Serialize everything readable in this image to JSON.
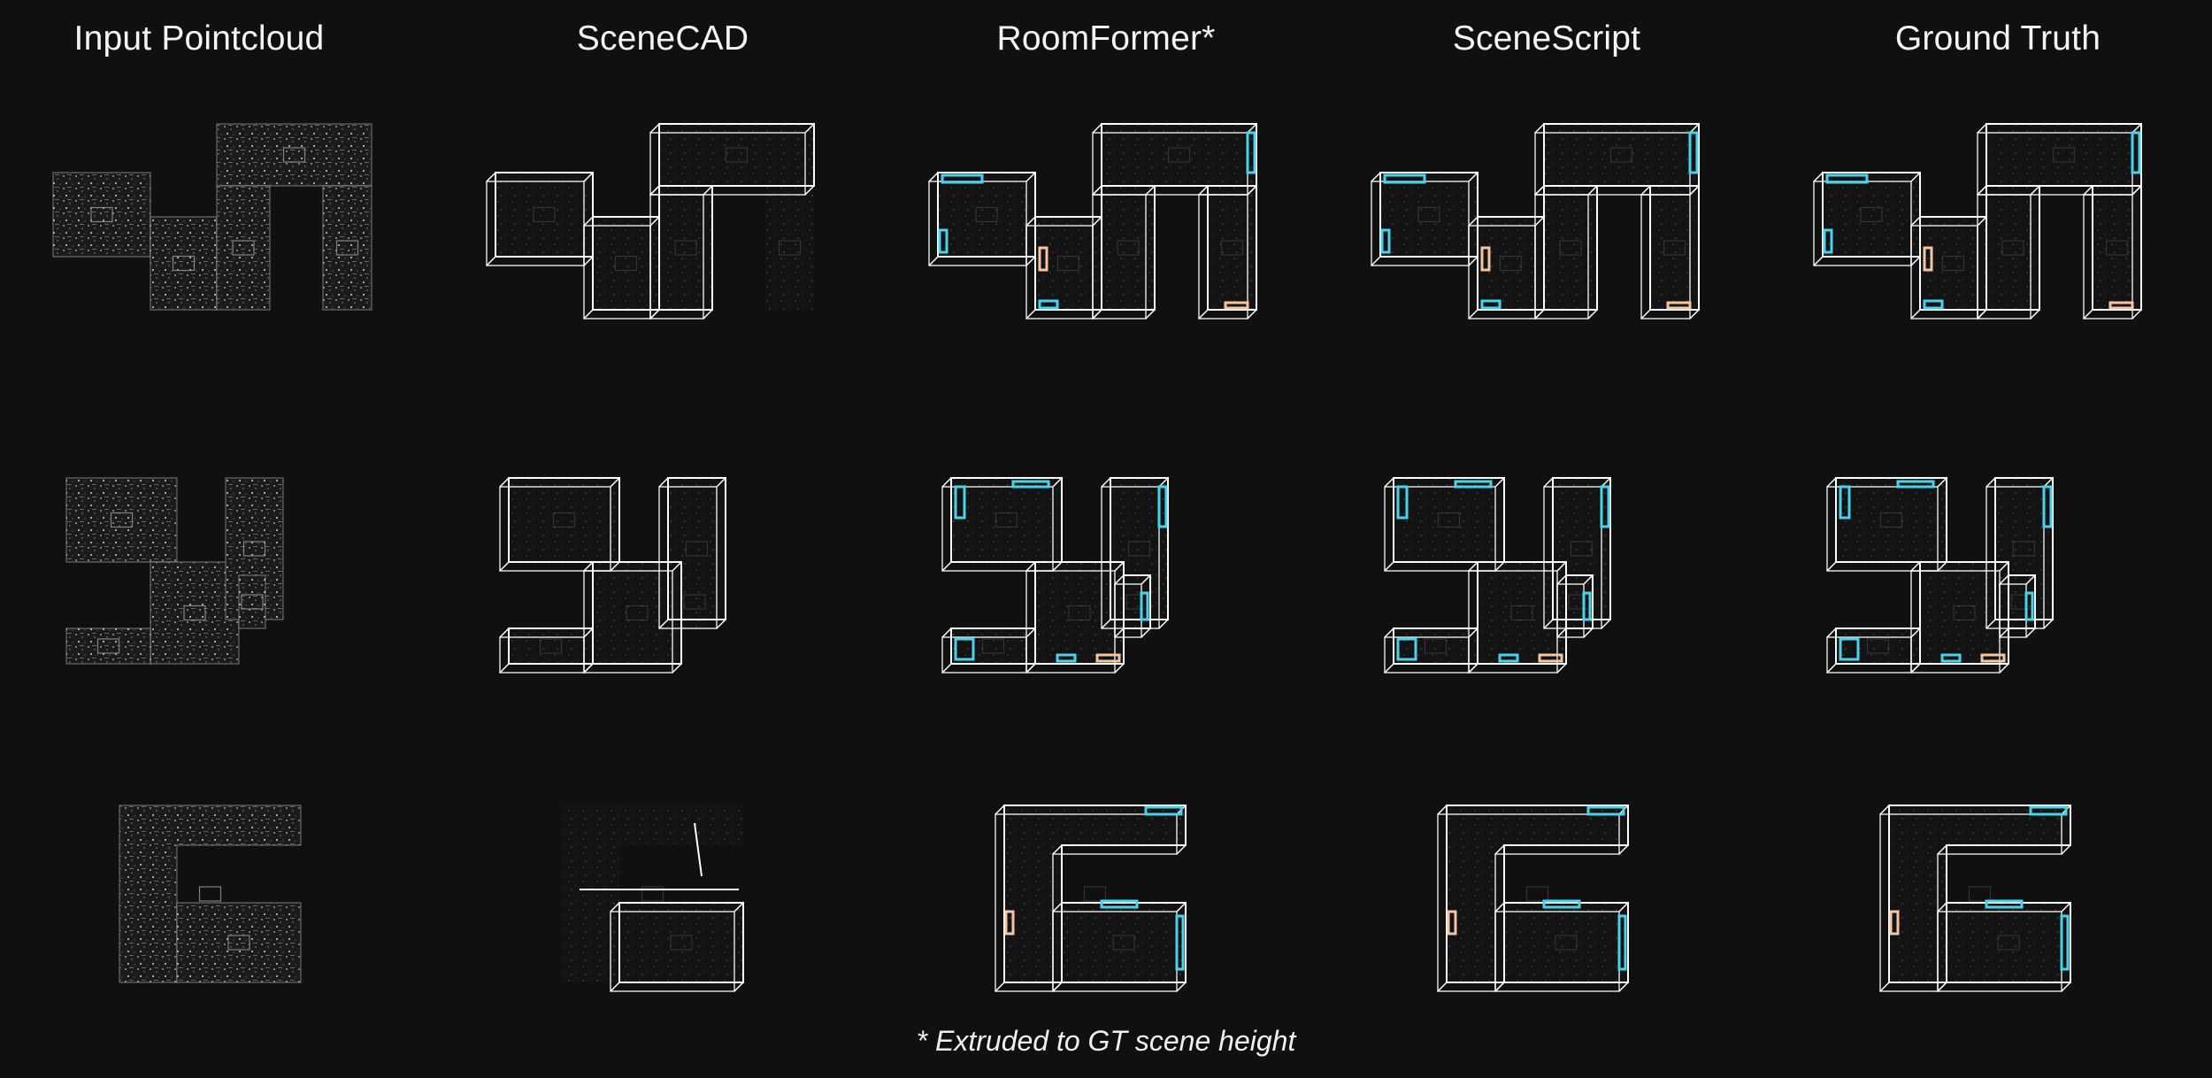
{
  "columns": [
    {
      "id": "input",
      "label": "Input Pointcloud"
    },
    {
      "id": "scenecad",
      "label": "SceneCAD"
    },
    {
      "id": "roomformer",
      "label": "RoomFormer*"
    },
    {
      "id": "scenescript",
      "label": "SceneScript"
    },
    {
      "id": "gt",
      "label": "Ground Truth"
    }
  ],
  "rows": [
    "scene-1",
    "scene-2",
    "scene-3"
  ],
  "footnote": "* Extruded to GT scene height",
  "colors": {
    "background": "#101010",
    "wall": "#ffffff",
    "window": "#47d3ec",
    "door": "#f5c4a0",
    "points": "#8a8a8a"
  }
}
